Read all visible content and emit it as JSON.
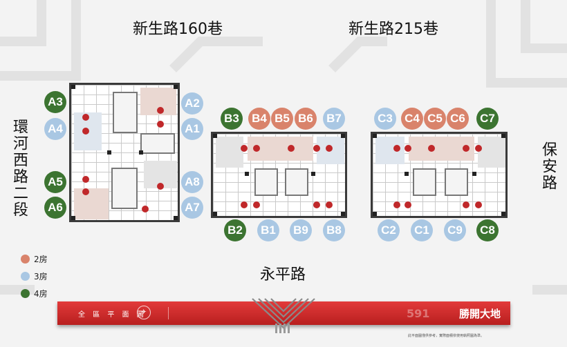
{
  "streets": {
    "top_left": "新生路160巷",
    "top_right": "新生路215巷",
    "left": "環河西路二段",
    "right": "保安路",
    "bottom": "永平路"
  },
  "units": [
    {
      "id": "A3",
      "rooms": 4,
      "color": "#3c7431"
    },
    {
      "id": "A4",
      "rooms": 3,
      "color": "#a9c7e3"
    },
    {
      "id": "A5",
      "rooms": 4,
      "color": "#3c7431"
    },
    {
      "id": "A6",
      "rooms": 4,
      "color": "#3c7431"
    },
    {
      "id": "A2",
      "rooms": 3,
      "color": "#a9c7e3"
    },
    {
      "id": "A1",
      "rooms": 3,
      "color": "#a9c7e3"
    },
    {
      "id": "A8",
      "rooms": 3,
      "color": "#a9c7e3"
    },
    {
      "id": "A7",
      "rooms": 3,
      "color": "#a9c7e3"
    },
    {
      "id": "B3",
      "rooms": 4,
      "color": "#3c7431"
    },
    {
      "id": "B4",
      "rooms": 2,
      "color": "#d9836b"
    },
    {
      "id": "B5",
      "rooms": 2,
      "color": "#d9836b"
    },
    {
      "id": "B6",
      "rooms": 2,
      "color": "#d9836b"
    },
    {
      "id": "B7",
      "rooms": 3,
      "color": "#a9c7e3"
    },
    {
      "id": "B2",
      "rooms": 4,
      "color": "#3c7431"
    },
    {
      "id": "B1",
      "rooms": 3,
      "color": "#a9c7e3"
    },
    {
      "id": "B9",
      "rooms": 3,
      "color": "#a9c7e3"
    },
    {
      "id": "B8",
      "rooms": 3,
      "color": "#a9c7e3"
    },
    {
      "id": "C3",
      "rooms": 3,
      "color": "#a9c7e3"
    },
    {
      "id": "C4",
      "rooms": 2,
      "color": "#d9836b"
    },
    {
      "id": "C5",
      "rooms": 2,
      "color": "#d9836b"
    },
    {
      "id": "C6",
      "rooms": 2,
      "color": "#d9836b"
    },
    {
      "id": "C7",
      "rooms": 4,
      "color": "#3c7431"
    },
    {
      "id": "C2",
      "rooms": 3,
      "color": "#a9c7e3"
    },
    {
      "id": "C1",
      "rooms": 3,
      "color": "#a9c7e3"
    },
    {
      "id": "C9",
      "rooms": 3,
      "color": "#a9c7e3"
    },
    {
      "id": "C8",
      "rooms": 4,
      "color": "#3c7431"
    }
  ],
  "legend": [
    {
      "label": "2房",
      "color": "#d9836b"
    },
    {
      "label": "3房",
      "color": "#a9c7e3"
    },
    {
      "label": "4房",
      "color": "#3c7431"
    }
  ],
  "footer": {
    "title": "全 區 平 面 圖",
    "brand": "勝開大地",
    "note": "此平面圖僅供參考，實際面積依使用執照圖為準。",
    "watermark": "591"
  },
  "colors": {
    "banner": "#c62828",
    "two_room": "#d9836b",
    "three_room": "#a9c7e3",
    "four_room": "#3c7431"
  }
}
